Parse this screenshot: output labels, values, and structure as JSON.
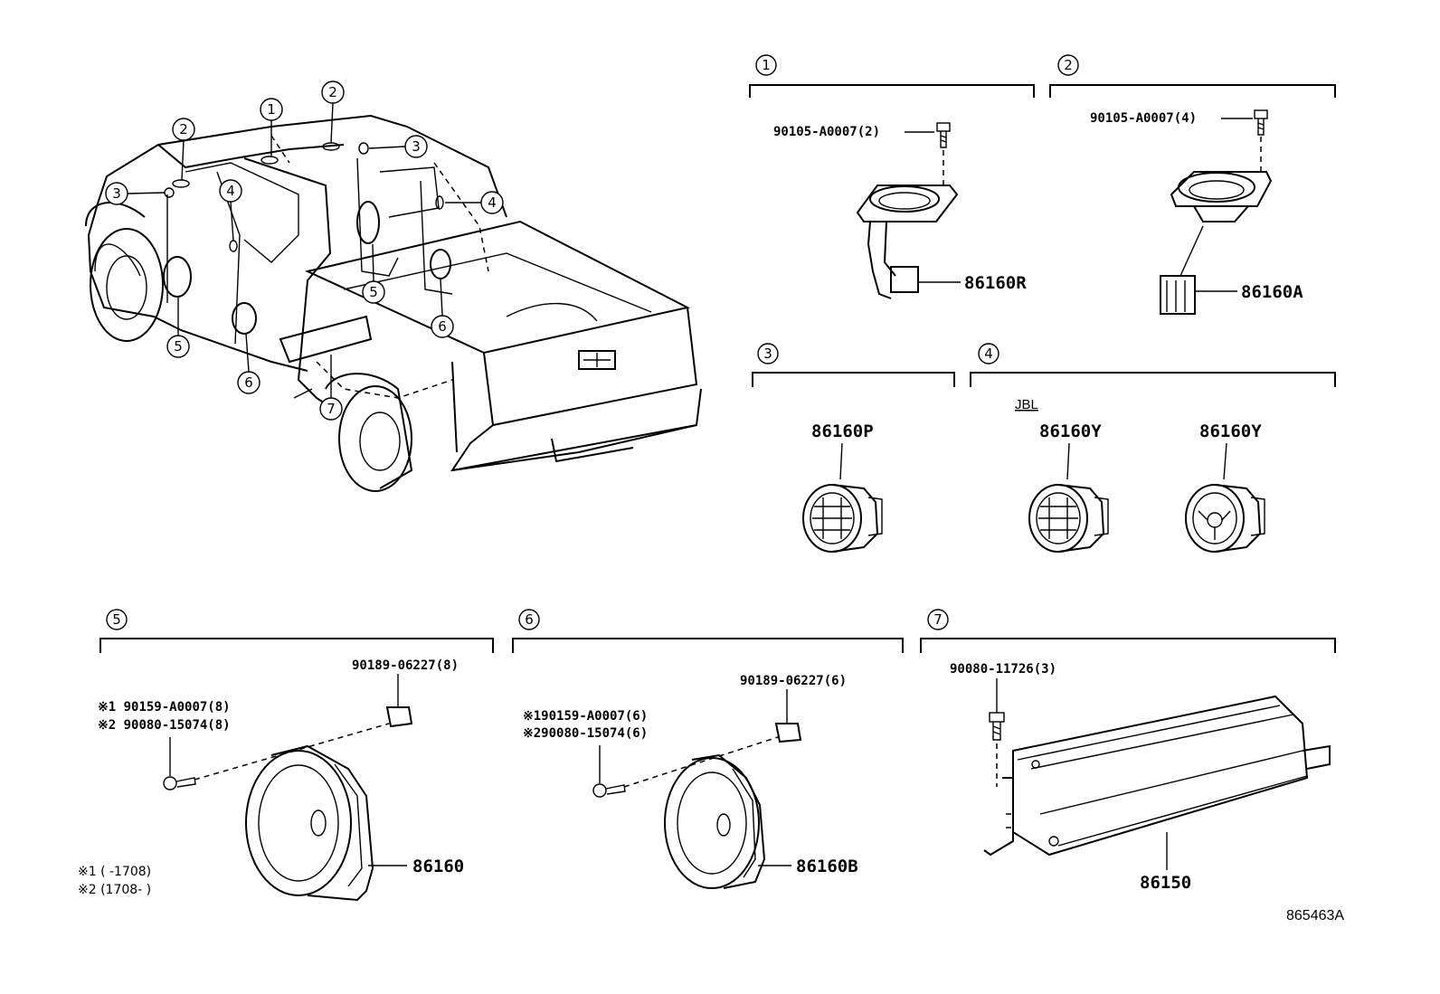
{
  "diagram_ref": "865463A",
  "truck_callouts": {
    "c1": "1",
    "c2a": "2",
    "c2b": "2",
    "c3a": "3",
    "c3b": "3",
    "c4a": "4",
    "c4b": "4",
    "c5a": "5",
    "c5b": "5",
    "c6a": "6",
    "c6b": "6",
    "c7": "7"
  },
  "groups": {
    "g1": {
      "number": "1",
      "screw": "90105-A0007(2)",
      "speaker": "86160R"
    },
    "g2": {
      "number": "2",
      "screw": "90105-A0007(4)",
      "speaker": "86160A"
    },
    "g3": {
      "number": "3",
      "speaker": "86160P"
    },
    "g4": {
      "number": "4",
      "brand": "JBL",
      "speaker_a": "86160Y",
      "speaker_b": "86160Y"
    },
    "g5": {
      "number": "5",
      "clip": "90189-06227(8)",
      "screw1": "※1 90159-A0007(8)",
      "screw2": "※2 90080-15074(8)",
      "speaker": "86160",
      "note1": "※1 (      -1708)",
      "note2": "※2 (1708-       )"
    },
    "g6": {
      "number": "6",
      "clip": "90189-06227(6)",
      "screw1": "※190159-A0007(6)",
      "screw2": "※290080-15074(6)",
      "speaker": "86160B"
    },
    "g7": {
      "number": "7",
      "bolt": "90080-11726(3)",
      "amplifier": "86150"
    }
  }
}
